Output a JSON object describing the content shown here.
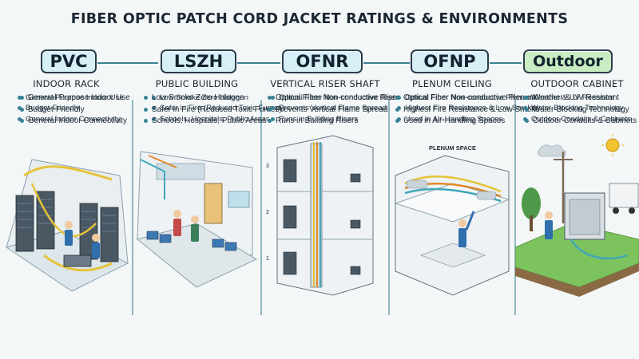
{
  "title": "FIBER OPTIC PATCH CORD JACKET RATINGS & ENVIRONMENTS",
  "columns": [
    {
      "rating": "PVC",
      "environment": "INDOOR RACK",
      "features": [
        "General-Purpose Indoor Use",
        "Budget-Friendly",
        "General Indoor Connectivity"
      ],
      "scene_icon": "server-rack-room-icon"
    },
    {
      "rating": "LSZH",
      "environment": "PUBLIC BUILDING",
      "features": [
        "Low Smoke Zero Halogen",
        "Safer in Fire (Reduced Toxic Fumes)",
        "Schools, Hospitals, Public Areas"
      ],
      "scene_icon": "public-waiting-room-icon"
    },
    {
      "rating": "OFNR",
      "environment": "VERTICAL RISER SHAFT",
      "features": [
        "Optical Fiber Non-conductive Riser",
        "Prevents Vertical Flame Spread",
        "Runs in Building Risers"
      ],
      "scene_icon": "riser-shaft-icon",
      "floor_labels": [
        "3",
        "2",
        "1"
      ]
    },
    {
      "rating": "OFNP",
      "environment": "PLENUM CEILING",
      "features": [
        "Optical Fiber Non-conductive Plenum",
        "Highest Fire Resistance & Low Smoke",
        "Used in Air-Handling Spaces"
      ],
      "scene_icon": "plenum-ceiling-icon",
      "scene_label": "PLENUM SPACE"
    },
    {
      "rating": "Outdoor",
      "environment": "OUTDOOR CABINET",
      "features": [
        "Weather & UV Resistant",
        "Water-Blocking Technology",
        "Outdoor Conduits & Cabinets"
      ],
      "scene_icon": "outdoor-cabinet-icon"
    }
  ],
  "colors": {
    "accent": "#3a8296",
    "pill_fill": "#d7f0f7",
    "outdoor_pill_fill": "#c9ecc3",
    "cable_yellow": "#e6c33a",
    "cable_orange": "#e08a2a",
    "cable_teal": "#3fa7b8"
  }
}
